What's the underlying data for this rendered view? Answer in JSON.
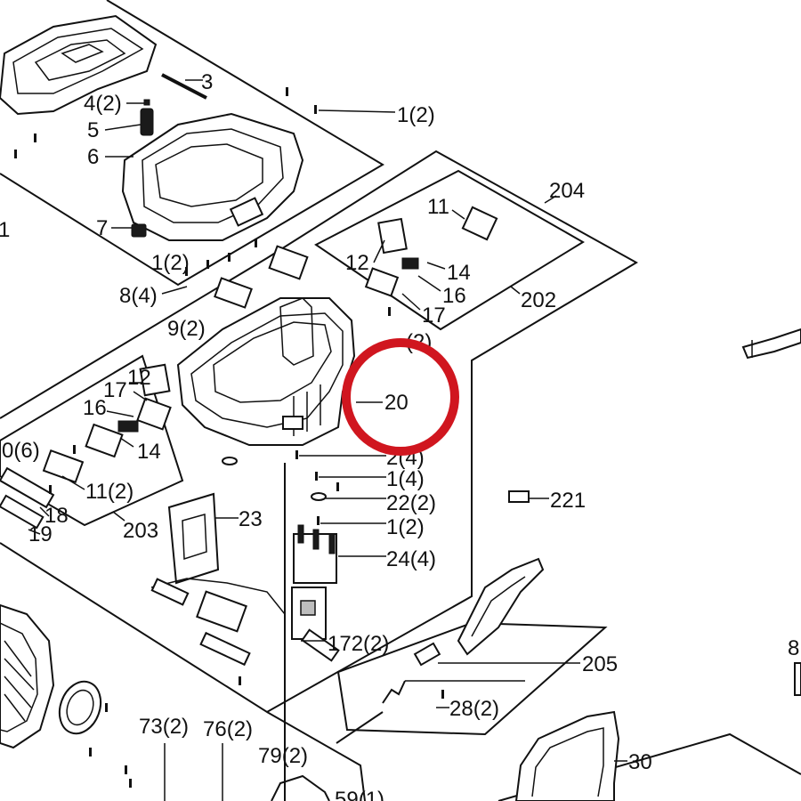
{
  "colors": {
    "line": "#111111",
    "background": "#ffffff",
    "highlight_circle": "#d0161f"
  },
  "labels": {
    "l3": "3",
    "l4_2": "4(2)",
    "l5": "5",
    "l6": "6",
    "l7": "7",
    "l1_2_top": "1(2)",
    "l1_2_mid": "1(2)",
    "l8_4": "8(4)",
    "l9_2": "9(2)",
    "l204": "204",
    "l11_top": "11",
    "l12_top": "12",
    "l14_top": "14",
    "l16_top": "16",
    "l17_top": "17",
    "l202": "202",
    "l_paren": "(2)",
    "l20": "20",
    "l12_left": "12",
    "l17_left": "17",
    "l16_left": "16",
    "l14_left": "14",
    "l0_6": "0(6)",
    "l11_2": "11(2)",
    "l18": "18",
    "l19": "19",
    "l203": "203",
    "l2_4": "2(4)",
    "l1_4": "1(4)",
    "l22_2": "22(2)",
    "l1_2_low": "1(2)",
    "l221": "221",
    "l23": "23",
    "l24_4": "24(4)",
    "l172_2": "172(2)",
    "l205": "205",
    "l28_2": "28(2)",
    "l73_2": "73(2)",
    "l76_2": "76(2)",
    "l79_2": "79(2)",
    "l30": "30",
    "l8_right": "8",
    "l1_edge": "1",
    "l59_1": "59(1)"
  }
}
